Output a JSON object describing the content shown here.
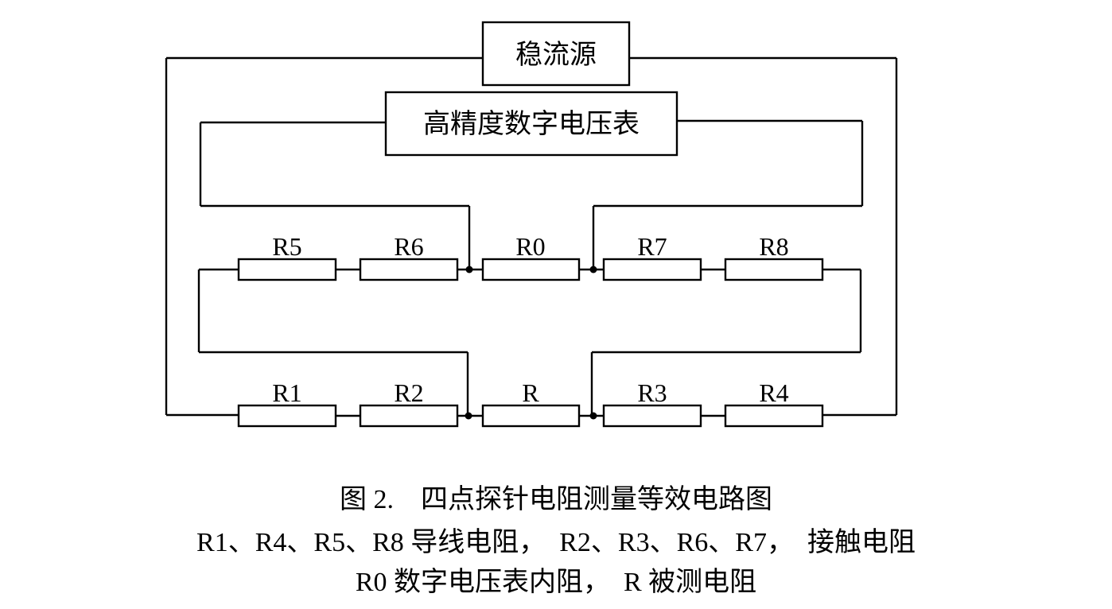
{
  "diagram": {
    "source_label": "稳流源",
    "voltmeter_label": "高精度数字电压表",
    "top_row": [
      "R5",
      "R6",
      "R0",
      "R7",
      "R8"
    ],
    "bottom_row": [
      "R1",
      "R2",
      "R",
      "R3",
      "R4"
    ]
  },
  "caption": {
    "line1": "图 2.    四点探针电阻测量等效电路图",
    "line2": "R1、R4、R5、R8 导线电阻，  R2、R3、R6、R7，  接触电阻",
    "line3": "R0 数字电压表内阻，  R 被测电阻"
  }
}
